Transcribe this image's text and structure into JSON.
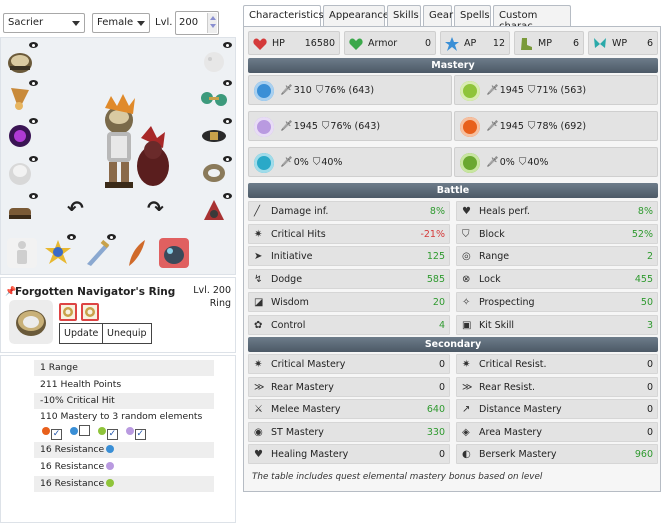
{
  "builder": {
    "class_select": "Sacrier",
    "sex_select": "Female",
    "level_label": "Lvl.",
    "level_value": "200"
  },
  "item": {
    "name": "Forgotten Navigator's Ring",
    "level": "Lvl. 200",
    "type": "Ring",
    "update_label": "Update",
    "unequip_label": "Unequip",
    "effects": [
      "1 Range",
      "211 Health Points",
      "-10% Critical Hit",
      "110 Mastery to 3 random elements",
      "16 Resistance",
      "16 Resistance",
      "16 Resistance"
    ],
    "element_choices": [
      {
        "element": "fire",
        "checked": true
      },
      {
        "element": "water",
        "checked": false
      },
      {
        "element": "earth",
        "checked": true
      },
      {
        "element": "air",
        "checked": true
      }
    ]
  },
  "tabs": [
    "Characteristics",
    "Appearance",
    "Skills",
    "Gear",
    "Spells",
    "Custom charac."
  ],
  "stats": [
    {
      "label": "HP",
      "value": "16580",
      "icon": "heart-icon"
    },
    {
      "label": "Armor",
      "value": "0",
      "icon": "armor-heart-icon"
    },
    {
      "label": "AP",
      "value": "12",
      "icon": "ap-star-icon"
    },
    {
      "label": "MP",
      "value": "6",
      "icon": "mp-boot-icon"
    },
    {
      "label": "WP",
      "value": "6",
      "icon": "wp-wings-icon"
    }
  ],
  "mastery": {
    "title": "Mastery",
    "cells": [
      {
        "element": "water",
        "mastery": "310",
        "resist": "76% (643)"
      },
      {
        "element": "earth",
        "mastery": "1945",
        "resist": "71% (563)"
      },
      {
        "element": "air",
        "mastery": "1945",
        "resist": "76% (643)"
      },
      {
        "element": "fire",
        "mastery": "1945",
        "resist": "78% (692)"
      },
      {
        "element": "stasis",
        "mastery": "0%",
        "resist": "40%"
      },
      {
        "element": "light",
        "mastery": "0%",
        "resist": "40%"
      }
    ]
  },
  "battle": {
    "title": "Battle",
    "rows": [
      {
        "label": "Damage inf.",
        "value": "8%",
        "tone": "green"
      },
      {
        "label": "Heals perf.",
        "value": "8%",
        "tone": "green"
      },
      {
        "label": "Critical Hits",
        "value": "-21%",
        "tone": "red"
      },
      {
        "label": "Block",
        "value": "52%",
        "tone": "green"
      },
      {
        "label": "Initiative",
        "value": "125",
        "tone": "green"
      },
      {
        "label": "Range",
        "value": "2",
        "tone": "green"
      },
      {
        "label": "Dodge",
        "value": "585",
        "tone": "green"
      },
      {
        "label": "Lock",
        "value": "455",
        "tone": "green"
      },
      {
        "label": "Wisdom",
        "value": "20",
        "tone": "green"
      },
      {
        "label": "Prospecting",
        "value": "50",
        "tone": "green"
      },
      {
        "label": "Control",
        "value": "4",
        "tone": "green"
      },
      {
        "label": "Kit Skill",
        "value": "3",
        "tone": "green"
      }
    ]
  },
  "secondary": {
    "title": "Secondary",
    "rows": [
      {
        "label": "Critical Mastery",
        "value": "0",
        "tone": ""
      },
      {
        "label": "Critical Resist.",
        "value": "0",
        "tone": ""
      },
      {
        "label": "Rear Mastery",
        "value": "0",
        "tone": ""
      },
      {
        "label": "Rear Resist.",
        "value": "0",
        "tone": ""
      },
      {
        "label": "Melee Mastery",
        "value": "640",
        "tone": "green"
      },
      {
        "label": "Distance Mastery",
        "value": "0",
        "tone": ""
      },
      {
        "label": "ST Mastery",
        "value": "330",
        "tone": "green"
      },
      {
        "label": "Area Mastery",
        "value": "0",
        "tone": ""
      },
      {
        "label": "Healing Mastery",
        "value": "0",
        "tone": ""
      },
      {
        "label": "Berserk Mastery",
        "value": "960",
        "tone": "green"
      }
    ]
  },
  "footnote": "The table includes quest elemental mastery bonus based on level",
  "colors": {
    "water": "#3a8fd6",
    "earth": "#8fc43a",
    "air": "#b99ae0",
    "fire": "#e8601c",
    "stasis": "#2aa9c8",
    "light": "#6aa830",
    "header": "#5a6774",
    "green": "#2f9a2f",
    "red": "#d43a3a"
  }
}
